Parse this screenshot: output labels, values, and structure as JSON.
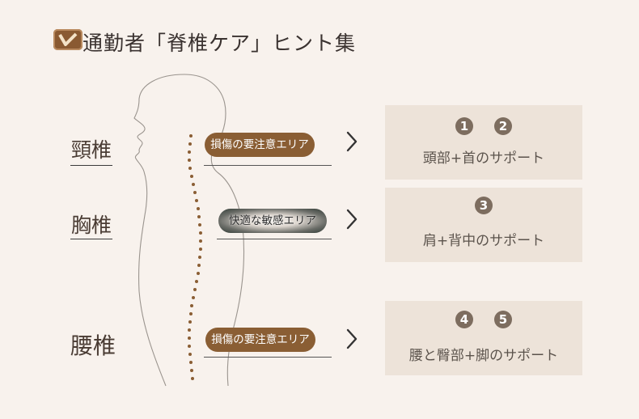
{
  "header": {
    "title": "通勤者「脊椎ケア」ヒント集"
  },
  "sections": [
    {
      "label": "頸椎",
      "pill": "損傷の要注意エリア",
      "card_numbers": [
        "1",
        "2"
      ],
      "card_text": "頭部+首のサポート"
    },
    {
      "label": "胸椎",
      "pill": "快適な敏感エリア",
      "card_numbers": [
        "3"
      ],
      "card_text": "肩+背中のサポート"
    },
    {
      "label": "腰椎",
      "pill": "損傷の要注意エリア",
      "card_numbers": [
        "4",
        "5"
      ],
      "card_text": "腰と臀部+脚のサポート"
    }
  ],
  "colors": {
    "accent": "#8a5e34",
    "background": "#f8f2ed",
    "card": "#ede3d9",
    "badge": "#7d6d5f"
  }
}
